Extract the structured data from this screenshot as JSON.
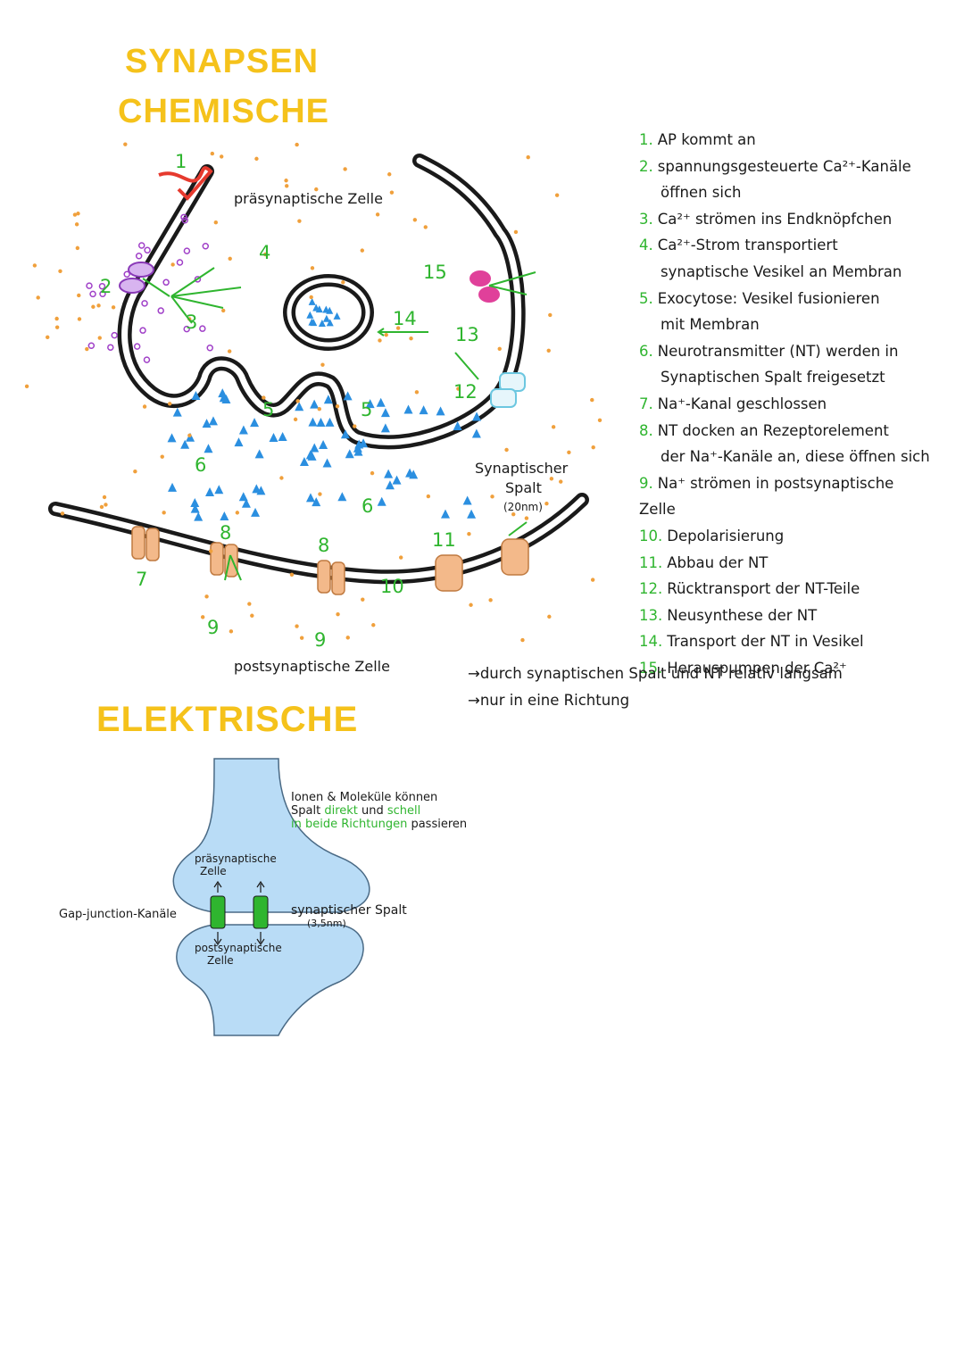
{
  "titles": {
    "chemisch_line1": "SYNAPSEN",
    "chemisch_line2": "CHEMISCHE",
    "elektrisch": "ELEKTRISCHE"
  },
  "chemical_diagram": {
    "presynaptic_label": "präsynaptische Zelle",
    "postsynaptic_label": "postsynaptische Zelle",
    "cleft_label_1": "Synaptischer",
    "cleft_label_2": "Spalt",
    "cleft_width": "(20nm)",
    "markers": [
      "1",
      "2",
      "3",
      "4",
      "5",
      "5",
      "6",
      "6",
      "7",
      "8",
      "8",
      "9",
      "9",
      "10",
      "11",
      "12",
      "13",
      "14",
      "15"
    ]
  },
  "steps": [
    {
      "n": "1.",
      "text": "AP kommt an"
    },
    {
      "n": "2.",
      "text": "spannungsgesteuerte Ca²⁺-Kanäle"
    },
    {
      "n": "",
      "text": "öffnen sich"
    },
    {
      "n": "3.",
      "text": "Ca²⁺ strömen ins Endknöpfchen"
    },
    {
      "n": "4.",
      "text": "Ca²⁺-Strom transportiert"
    },
    {
      "n": "",
      "text": "synaptische Vesikel an Membran"
    },
    {
      "n": "5.",
      "text": "Exocytose: Vesikel fusionieren"
    },
    {
      "n": "",
      "text": "mit Membran"
    },
    {
      "n": "6.",
      "text": "Neurotransmitter (NT) werden in"
    },
    {
      "n": "",
      "text": "Synaptischen Spalt freigesetzt"
    },
    {
      "n": "7.",
      "text": "Na⁺-Kanal geschlossen"
    },
    {
      "n": "8.",
      "text": "NT docken an Rezeptorelement"
    },
    {
      "n": "",
      "text": "der Na⁺-Kanäle an, diese öffnen sich"
    },
    {
      "n": "9.",
      "text": "Na⁺ strömen in postsynaptische Zelle"
    },
    {
      "n": "10.",
      "text": "Depolarisierung"
    },
    {
      "n": "11.",
      "text": "Abbau der NT"
    },
    {
      "n": "12.",
      "text": "Rücktransport der NT-Teile"
    },
    {
      "n": "13.",
      "text": "Neusynthese der NT"
    },
    {
      "n": "14.",
      "text": "Transport der NT in Vesikel"
    },
    {
      "n": "15.",
      "text": "Herauspumpen der Ca²⁺"
    }
  ],
  "notes": [
    "→durch synaptischen Spalt und NT relativ langsam",
    "→nur in eine Richtung"
  ],
  "electrical_diagram": {
    "presynaptic_label_1": "präsynaptische",
    "presynaptic_label_2": "Zelle",
    "postsynaptic_label_1": "postsynaptische",
    "postsynaptic_label_2": "Zelle",
    "gap_junction_label": "Gap-junction-Kanäle",
    "cleft_label": "synaptischer Spalt",
    "cleft_width": "(3,5nm)",
    "note_line1": "Ionen & Moleküle können",
    "note_line2_a": "Spalt",
    "note_line2_b": "direkt",
    "note_line2_c": "und",
    "note_line2_d": "schell",
    "note_line3_a": "in beide Richtungen",
    "note_line3_b": "passieren"
  },
  "colors": {
    "title": "#f5c21b",
    "numbers": "#2fb52f",
    "membrane": "#1a1a1a",
    "neurotransmitter": "#2b8fe0",
    "ions": "#f0a03c",
    "calcium": "#a040c8",
    "channel": "#f3b98a",
    "pump": "#e0409a",
    "electric_cell": "#b9dcf6",
    "gap_junction": "#2fb52f",
    "action_potential": "#e63a2e"
  }
}
